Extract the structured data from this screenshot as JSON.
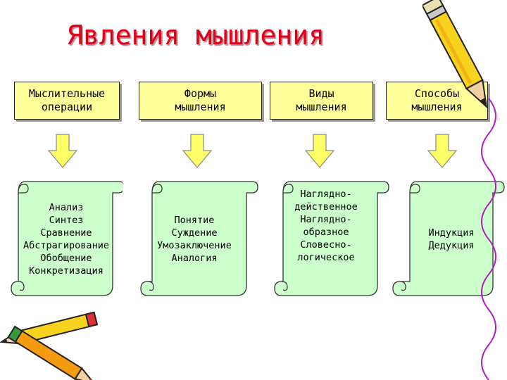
{
  "title": "Явления мышления",
  "columns": [
    {
      "heading": "Мыслительные\nоперации",
      "items": "Анализ\nСинтез\nСравнение\nАбстрагирование\nОбобщение\nКонкретизация"
    },
    {
      "heading": "Формы\nмышления",
      "items": "Понятие\nСуждение\nУмозаключение\nАналогия"
    },
    {
      "heading": "Виды\nмышления",
      "items": "Наглядно-\nдейственное\nНаглядно-\nобразное\nСловесно-\nлогическое"
    },
    {
      "heading": "Способы\nмышления",
      "items": "Индукция\nДедукция"
    }
  ],
  "colors": {
    "title": "#e0001c",
    "heading_fill": "#ffff99",
    "scroll_fill": "#ccffcc",
    "arrow_fill": "#ffff66"
  },
  "icons": [
    "pencil-icon",
    "crossed-pencils-icon",
    "wavy-line-decoration"
  ]
}
